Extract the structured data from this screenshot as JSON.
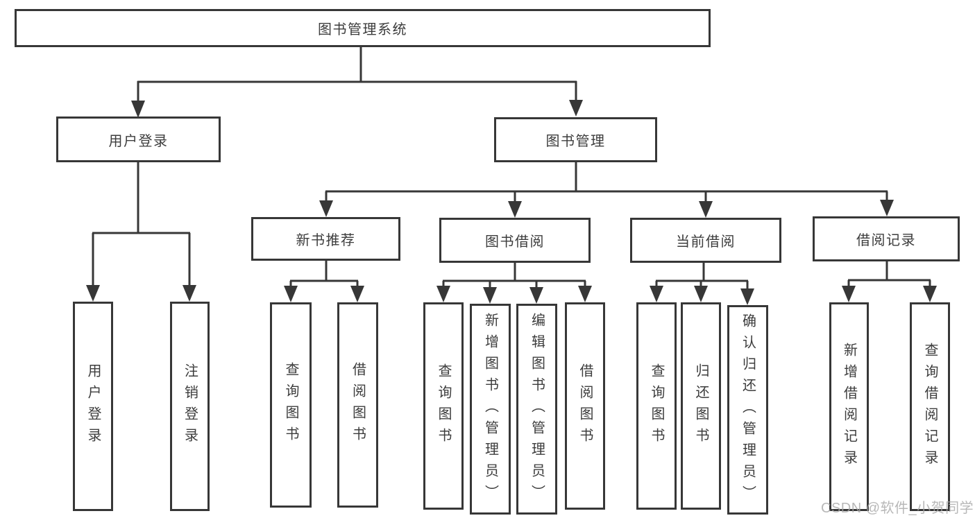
{
  "diagram_type": "function-structure-tree",
  "tree": {
    "root": {
      "label": "图书管理系统",
      "children": [
        {
          "label": "用户登录",
          "children": [
            {
              "label": "用户登录"
            },
            {
              "label": "注销登录"
            }
          ]
        },
        {
          "label": "图书管理",
          "children": [
            {
              "label": "新书推荐",
              "children": [
                {
                  "label": "查询图书"
                },
                {
                  "label": "借阅图书"
                }
              ]
            },
            {
              "label": "图书借阅",
              "children": [
                {
                  "label": "查询图书"
                },
                {
                  "label": "新增图书（管理员）"
                },
                {
                  "label": "编辑图书（管理员）"
                },
                {
                  "label": "借阅图书"
                }
              ]
            },
            {
              "label": "当前借阅",
              "children": [
                {
                  "label": "查询图书"
                },
                {
                  "label": "归还图书"
                },
                {
                  "label": "确认归还（管理员）"
                }
              ]
            },
            {
              "label": "借阅记录",
              "children": [
                {
                  "label": "新增借阅记录"
                },
                {
                  "label": "查询借阅记录"
                }
              ]
            }
          ]
        }
      ]
    }
  },
  "watermark": {
    "text": "CSDN @软件_小贺同学"
  },
  "colors": {
    "line": "#373737",
    "box_border": "#373737",
    "text": "#3c3c3c",
    "background": "#ffffff",
    "watermark": "#a6a6a6"
  }
}
